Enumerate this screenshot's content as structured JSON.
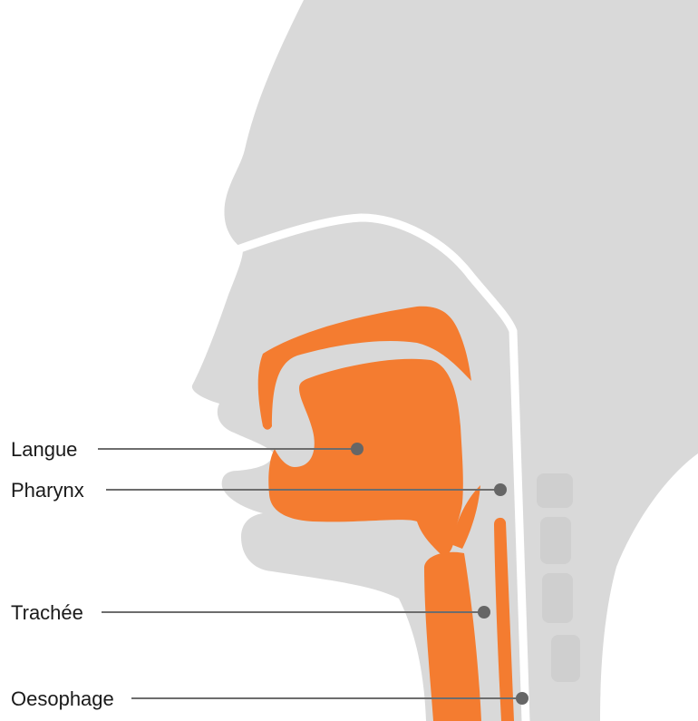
{
  "colors": {
    "head": "#d9d9d9",
    "organ": "#f47c30",
    "line": "#6d6d6d",
    "dot": "#666666",
    "vertebra": "#cfcfcf",
    "background": "#ffffff"
  },
  "labels": [
    {
      "id": "langue",
      "text": "Langue"
    },
    {
      "id": "pharynx",
      "text": "Pharynx"
    },
    {
      "id": "trachee",
      "text": "Trachée"
    },
    {
      "id": "oesophage",
      "text": "Oesophage"
    }
  ]
}
